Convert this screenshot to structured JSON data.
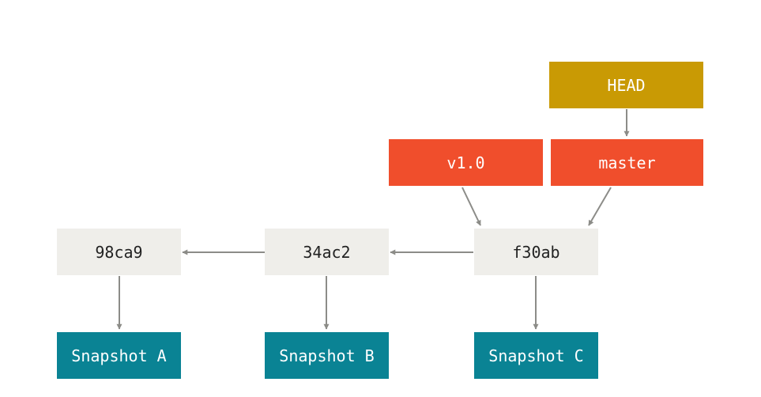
{
  "colors": {
    "commit": "#efeeea",
    "snapshot": "#0a8394",
    "branch": "#f04e2c",
    "head": "#c99a04",
    "arrow": "#8c8c88"
  },
  "head": {
    "label": "HEAD"
  },
  "refs": {
    "tag": "v1.0",
    "branch": "master"
  },
  "commits": [
    {
      "id": "98ca9",
      "snapshot": "Snapshot A"
    },
    {
      "id": "34ac2",
      "snapshot": "Snapshot B"
    },
    {
      "id": "f30ab",
      "snapshot": "Snapshot C"
    }
  ]
}
